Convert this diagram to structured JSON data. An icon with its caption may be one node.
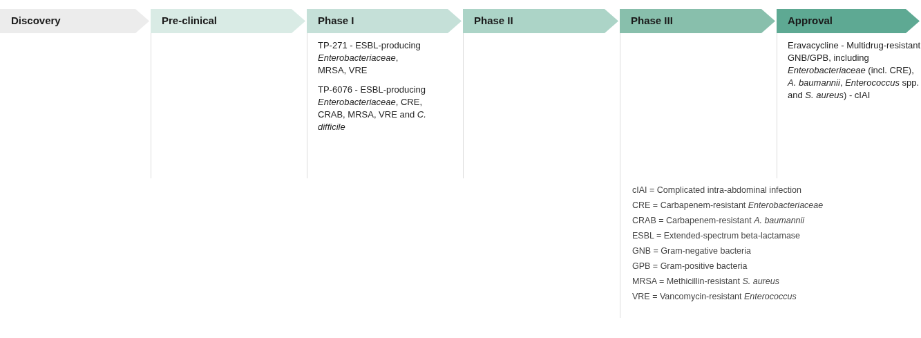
{
  "diagram": {
    "nodes": [
      {
        "text": [
          "Discovery"
        ]
      },
      {
        "text": [
          "Pre-clinical"
        ]
      },
      {
        "text": [
          "Phase I"
        ],
        "beside": [
          "TP-271 - ESBL-producing *Enterobacteriaceae*, MRSA, VRE",
          "TP-6076 - ESBL-producing *Enterobacteriaceae*, CRE, CRAB, MRSA, VRE and *C. difficile*"
        ]
      },
      {
        "text": [
          "Phase II"
        ]
      },
      {
        "text": [
          "Phase III"
        ]
      },
      {
        "text": [
          "Approval"
        ],
        "beside": [
          "Eravacycline - Multidrug-resistant GNB/GPB, including *Enterobacteriaceae* (incl. CRE), *A. baumannii*, *Enterococcus* spp. and *S. aureus*) - cIAI"
        ]
      }
    ],
    "labels": [
      "cIAI = Complicated intra-abdominal infection",
      "CRE = Carbapenem-resistant *Enterobacteriaceae*",
      "CRAB = Carbapenem-resistant *A. baumannii*",
      "ESBL = Extended-spectrum beta-lactamase",
      "GNB = Gram-negative bacteria",
      "GPB = Gram-positive bacteria",
      "MRSA = Methicillin-resistant *S. aureus*",
      "VRE = Vancomycin-resistant *Enterococcus*"
    ]
  }
}
